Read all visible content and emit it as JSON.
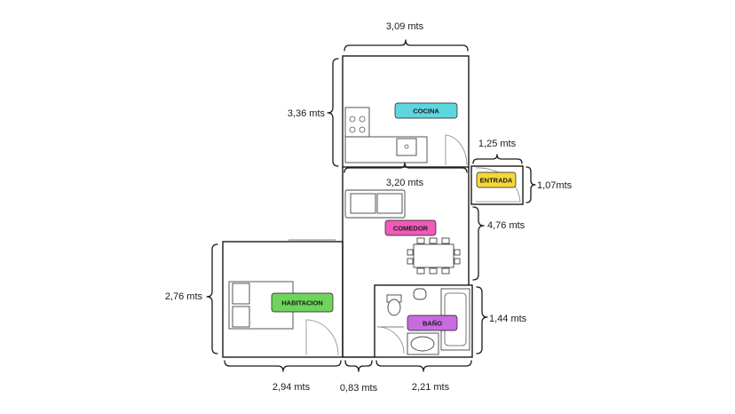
{
  "rooms": {
    "cocina": {
      "label": "COCINA",
      "color": "#5ed6df"
    },
    "entrada": {
      "label": "ENTRADA",
      "color": "#f4d73b"
    },
    "comedor": {
      "label": "COMEDOR",
      "color": "#f05ab8"
    },
    "habitacion": {
      "label": "HABITACION",
      "color": "#6fd35c"
    },
    "bano": {
      "label": "BAÑO",
      "color": "#c86be0"
    }
  },
  "dimensions": {
    "cocina_width": "3,09 mts",
    "cocina_height": "3,36 mts",
    "entrada_width": "1,25 mts",
    "entrada_height": "1,07mts",
    "comedor_width": "3,20 mts",
    "comedor_height": "4,76 mts",
    "habitacion_height": "2,76 mts",
    "habitacion_width": "2,94 mts",
    "pasillo_width": "0,83 mts",
    "bano_width": "2,21 mts",
    "bano_height": "1,44 mts"
  }
}
